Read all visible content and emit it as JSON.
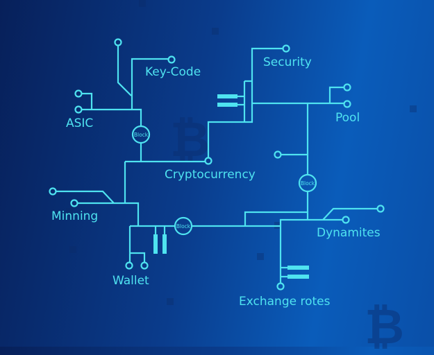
{
  "labels": {
    "key_code": "Key-Code",
    "security": "Security",
    "asic": "ASIC",
    "pool": "Pool",
    "cryptocurrency": "Cryptocurrency",
    "minning": "Minning",
    "wallet": "Wallet",
    "dynamites": "Dynamites",
    "exchange_rotes": "Exchange rotes"
  },
  "blocks": [
    "Block",
    "Block",
    "Block"
  ],
  "watermark_symbol": "₿",
  "colors": {
    "line": "#4fe3f0",
    "background": "#0a3c8c"
  }
}
